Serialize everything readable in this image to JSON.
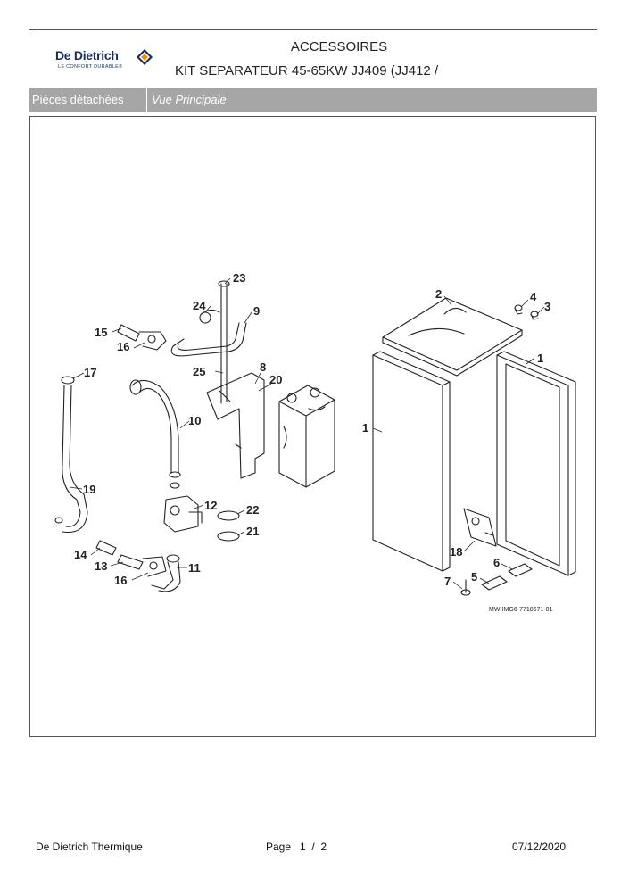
{
  "header": {
    "logo": {
      "name": "De Dietrich",
      "tagline": "LE CONFORT DURABLE®"
    },
    "title_line1": "ACCESSOIRES",
    "title_line2": "KIT SEPARATEUR 45-65KW JJ409 (JJ412 /"
  },
  "section_bar": {
    "left_label": "Pièces détachées",
    "right_label": "Vue Principale"
  },
  "diagram": {
    "reference_code": "MW-IMG6-7718671-01",
    "callouts": [
      "23",
      "24",
      "9",
      "15",
      "16",
      "25",
      "8",
      "20",
      "17",
      "10",
      "19",
      "12",
      "22",
      "21",
      "14",
      "13",
      "11",
      "16",
      "2",
      "4",
      "3",
      "1",
      "1",
      "18",
      "6",
      "5",
      "7"
    ]
  },
  "footer": {
    "company": "De Dietrich Thermique",
    "page_label": "Page",
    "page_current": "1",
    "page_sep": "/",
    "page_total": "2",
    "date": "07/12/2020"
  },
  "colors": {
    "logo_blue": "#1a2d5a",
    "logo_orange": "#f39200",
    "bar_gray": "#a6a6a6"
  }
}
